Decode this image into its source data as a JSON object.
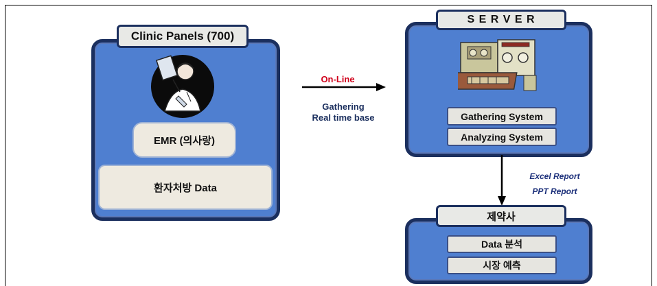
{
  "clinic": {
    "title": "Clinic Panels (700)",
    "emr": "EMR (의사랑)",
    "data": "환자처방 Data"
  },
  "server": {
    "title": "S E R V E R",
    "gathering": "Gathering System",
    "analyzing": "Analyzing System"
  },
  "pharma": {
    "title": "제약사",
    "analysis": "Data 분석",
    "forecast": "시장 예측"
  },
  "connection": {
    "online": "On-Line",
    "gathering": "Gathering",
    "realtime": "Real time base"
  },
  "reports": {
    "excel": "Excel Report",
    "ppt": "PPT Report"
  },
  "colors": {
    "panel_fill": "#4f7fd0",
    "panel_border": "#1b2f5e",
    "online_text": "#d0021b",
    "report_text": "#1b2f7a"
  }
}
